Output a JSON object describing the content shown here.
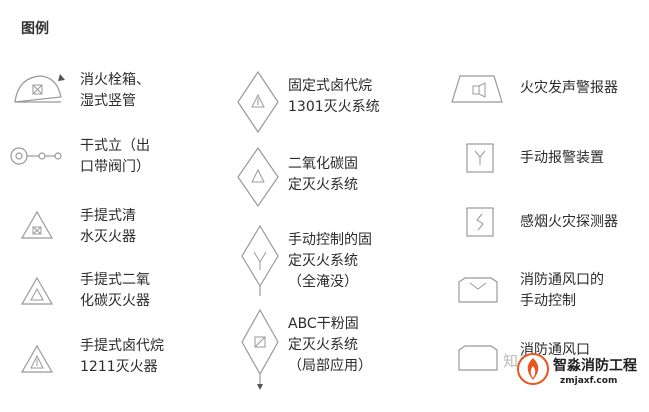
{
  "legend_title": "图例",
  "col1": [
    {
      "icon": "fire-hydrant-cabinet-icon",
      "lines": [
        "消火栓箱、",
        "湿式竖管"
      ]
    },
    {
      "icon": "dry-standpipe-outlet-icon",
      "lines": [
        "干式立（出",
        "口带阀门）"
      ]
    },
    {
      "icon": "portable-water-extinguisher-icon",
      "lines": [
        "手提式清",
        "水灭火器"
      ]
    },
    {
      "icon": "portable-co2-extinguisher-icon",
      "lines": [
        "手提式二氧",
        "化碳灭火器"
      ]
    },
    {
      "icon": "portable-halon-1211-extinguisher-icon",
      "lines": [
        "手提式卤代烷",
        "1211灭火器"
      ]
    }
  ],
  "col2": [
    {
      "icon": "fixed-halon-1301-system-icon",
      "lines": [
        "固定式卤代烷",
        "1301灭火系统"
      ]
    },
    {
      "icon": "fixed-co2-system-icon",
      "lines": [
        "二氧化碳固",
        "定灭火系统"
      ]
    },
    {
      "icon": "manual-fixed-system-total-flooding-icon",
      "lines": [
        "手动控制的固",
        "定灭火系统",
        "（全淹没）"
      ]
    },
    {
      "icon": "abc-dry-powder-local-system-icon",
      "lines": [
        "ABC干粉固",
        "定灭火系统",
        "（局部应用）"
      ]
    }
  ],
  "col3": [
    {
      "icon": "fire-alarm-sounder-icon",
      "lines": [
        "火灾发声警报器"
      ]
    },
    {
      "icon": "manual-call-point-icon",
      "lines": [
        "手动报警装置"
      ]
    },
    {
      "icon": "smoke-detector-icon",
      "lines": [
        "感烟火灾探测器"
      ]
    },
    {
      "icon": "manual-fire-damper-control-icon",
      "lines": [
        "消防通风口的",
        "手动控制"
      ]
    },
    {
      "icon": "fire-vent-icon",
      "lines": [
        "消防通风口"
      ]
    }
  ],
  "watermark": {
    "zhihu": "知乎",
    "brand_name": "智淼消防工程",
    "brand_url": "zmjaxf.com",
    "brand_color": "#e8561f"
  }
}
